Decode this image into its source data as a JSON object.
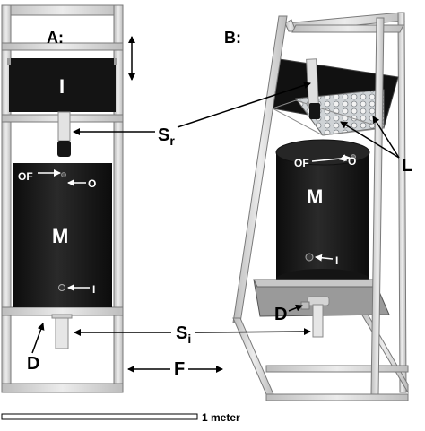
{
  "panels": {
    "a": {
      "title": "A:"
    },
    "b": {
      "title": "B:"
    }
  },
  "labels": {
    "inlet_block": "I",
    "main_tank": "M",
    "overflow": "OF",
    "outlet": "O",
    "inlet_port": "I",
    "sensor_r_main": "S",
    "sensor_r_sub": "r",
    "sensor_i_main": "S",
    "sensor_i_sub": "i",
    "light": "L",
    "drain": "D",
    "frame": "F"
  },
  "scale_bar": {
    "label": "1 meter"
  },
  "colors": {
    "frame": "#d8d8d8",
    "frame_edge": "#7a7a7a",
    "block": "#141414",
    "tank": "#1c1c1c",
    "tray": "#9a9a9a",
    "ink": "#000000"
  }
}
